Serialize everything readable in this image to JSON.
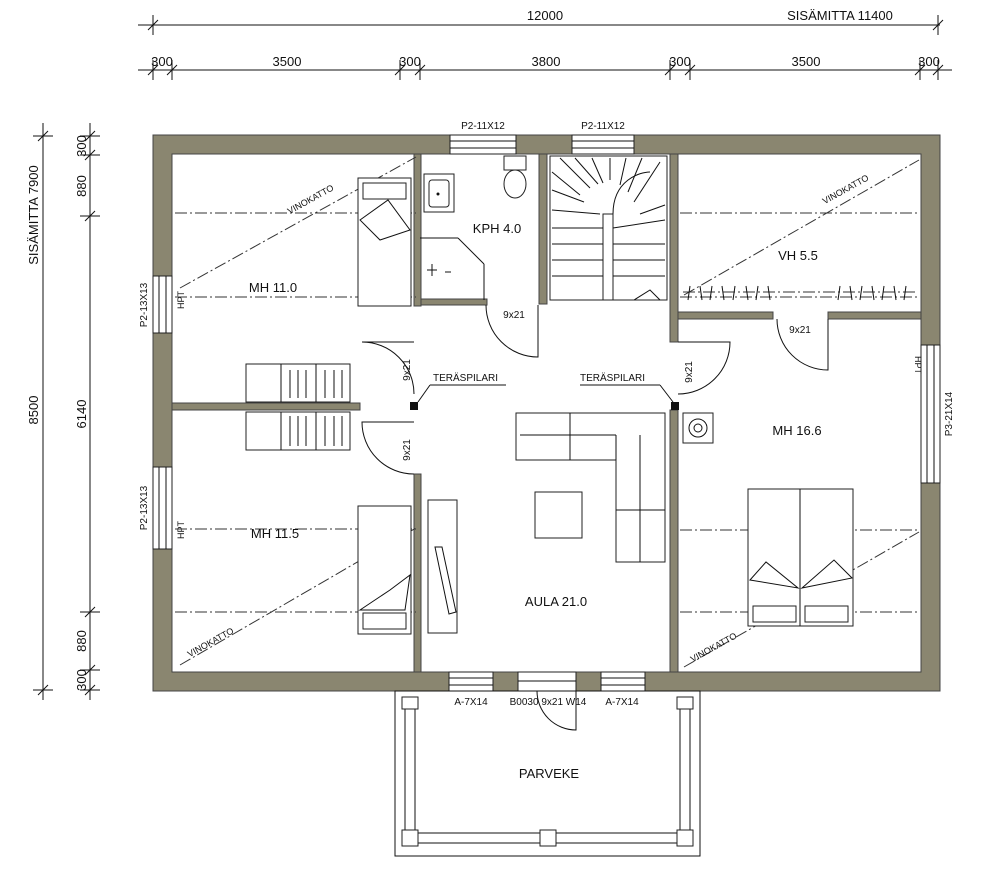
{
  "dimensions": {
    "top_total": "12000",
    "top_inner": "SISÄMITTA 11400",
    "top_segments": [
      "300",
      "3500",
      "300",
      "3800",
      "300",
      "3500",
      "300"
    ],
    "left_total": "8500",
    "left_inner": "SISÄMITTA 7900",
    "left_segments": [
      "300",
      "880",
      "6140",
      "880",
      "300"
    ]
  },
  "rooms": {
    "mh_11_0": "MH 11.0",
    "kph": "KPH 4.0",
    "vh": "VH 5.5",
    "mh_16_6": "MH 16.6",
    "mh_11_5": "MH 11.5",
    "aula": "AULA 21.0",
    "parveke": "PARVEKE"
  },
  "labels": {
    "vinokatto": "VINOKATTO",
    "teraspilari": "TERÄSPILARI",
    "hpt": "HPT",
    "door_9x21": "9x21"
  },
  "windows": {
    "top_left": "P2-11X12",
    "top_right": "P2-11X12",
    "left_upper": "P2-13X13",
    "left_lower": "P2-13X13",
    "right": "P3-21X14",
    "bottom_left": "A-7X14",
    "bottom_door": "B0030 9x21 W14",
    "bottom_right": "A-7X14"
  },
  "colors": {
    "wall": "#8a8670"
  }
}
